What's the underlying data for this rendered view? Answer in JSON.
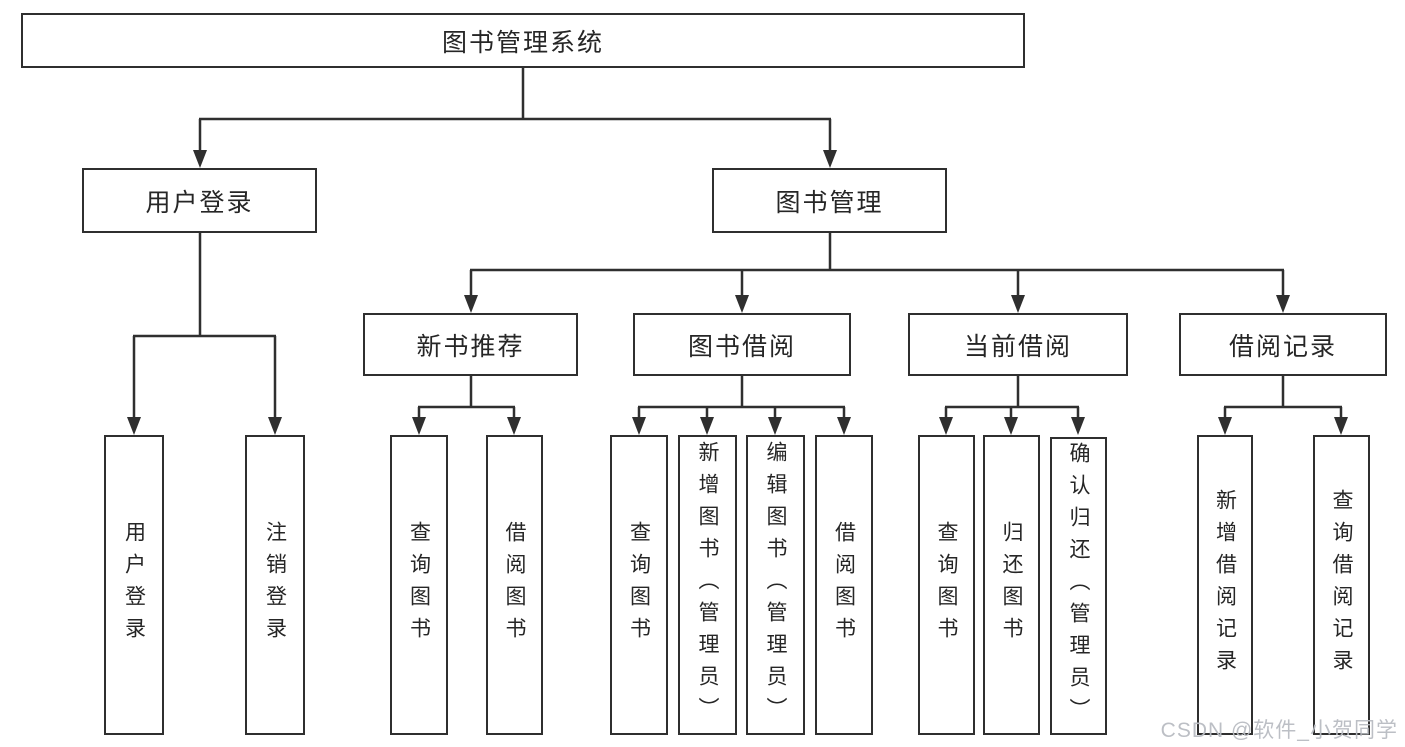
{
  "diagram": {
    "root": {
      "label": "图书管理系统"
    },
    "level2": [
      {
        "label": "用户登录"
      },
      {
        "label": "图书管理"
      }
    ],
    "level3": [
      {
        "label": "新书推荐"
      },
      {
        "label": "图书借阅"
      },
      {
        "label": "当前借阅"
      },
      {
        "label": "借阅记录"
      }
    ],
    "leaves": {
      "user_login": [
        {
          "label": "用户登录"
        },
        {
          "label": "注销登录"
        }
      ],
      "new_book": [
        {
          "label": "查询图书"
        },
        {
          "label": "借阅图书"
        }
      ],
      "book_borrow": [
        {
          "label": "查询图书"
        },
        {
          "label": "新增图书（管理员）"
        },
        {
          "label": "编辑图书（管理员）"
        },
        {
          "label": "借阅图书"
        }
      ],
      "current_borrow": [
        {
          "label": "查询图书"
        },
        {
          "label": "归还图书"
        },
        {
          "label": "确认归还（管理员）"
        }
      ],
      "borrow_record": [
        {
          "label": "新增借阅记录"
        },
        {
          "label": "查询借阅记录"
        }
      ]
    }
  },
  "watermark": {
    "text": "CSDN @软件_小贺同学"
  },
  "colors": {
    "line": "#2f2f2f",
    "box_border": "#2f2f2f",
    "box_fill": "#ffffff",
    "text": "#262626",
    "watermark": "#b9bcc2",
    "background": "#ffffff"
  }
}
